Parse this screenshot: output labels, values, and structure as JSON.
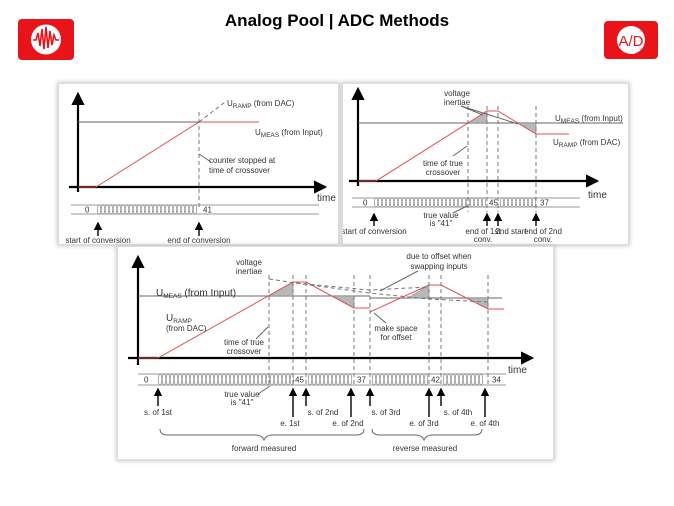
{
  "title": "Analog Pool | ADC Methods",
  "logos": {
    "left": "waveform-logo",
    "right": "A/D",
    "color": "#e8141a"
  },
  "labels": {
    "U": "U",
    "RAMP": "RAMP",
    "MEAS": "MEAS",
    "from_dac": " (from DAC)",
    "from_input": " (from Input)",
    "from_dac_paren": "(from DAC)",
    "time": "time"
  },
  "panel1": {
    "counter_line1": "counter stopped at",
    "counter_line2": "time of crossover",
    "counts": [
      "0",
      "41"
    ],
    "start": "start of conversion",
    "end": "end of conversion"
  },
  "panel2": {
    "inertiae1": "voltage",
    "inertiae2": "inertiae",
    "crossover1": "time of true",
    "crossover2": "crossover",
    "counts": [
      "0",
      "45",
      "37"
    ],
    "true1": "true value",
    "true2": "is \"41\"",
    "start": "start of conversion",
    "end1a": "end of 1st",
    "end1b": "conv.",
    "start2": "2nd start",
    "end2a": "end of 2nd",
    "end2b": "conv."
  },
  "panel3": {
    "inertiae1": "voltage",
    "inertiae2": "inertiae",
    "offset1": "due to offset when",
    "offset2": "swapping inputs",
    "crossover1": "time of true",
    "crossover2": "crossover",
    "space1": "make space",
    "space2": "for offset",
    "counts": [
      "0",
      "45",
      "37",
      "42",
      "34"
    ],
    "true1": "true value",
    "true2": "is \"41\"",
    "markers": [
      "s. of 1st",
      "e. 1st",
      "s. of 2nd",
      "e. of 2nd",
      "s. of 3rd",
      "e. of 3rd",
      "s. of 4th",
      "e. of 4th"
    ],
    "forward": "forward measured",
    "reverse": "reverse measured"
  }
}
